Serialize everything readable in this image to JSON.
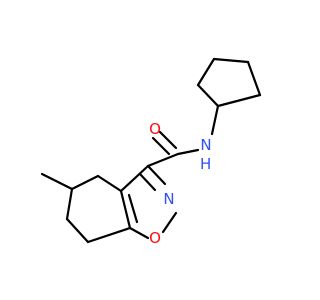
{
  "molecule": {
    "atoms": {
      "carbonyl_oxygen": {
        "symbol": "O",
        "color": "#FF0D0D"
      },
      "amide_nitrogen": {
        "symbol": "N",
        "color": "#3050F8"
      },
      "amide_hydrogen": {
        "symbol": "H",
        "color": "#3050F8"
      },
      "isoxazole_nitrogen": {
        "symbol": "N",
        "color": "#3050F8"
      },
      "isoxazole_oxygen": {
        "symbol": "O",
        "color": "#FF0D0D"
      }
    },
    "bond_color": "#000000"
  }
}
